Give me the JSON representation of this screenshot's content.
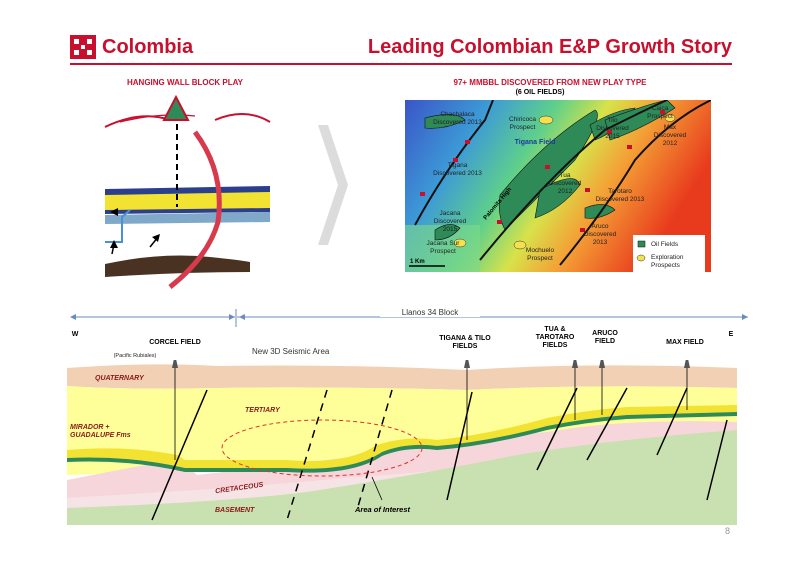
{
  "header": {
    "brand": "Colombia",
    "headline": "Leading Colombian E&P Growth Story"
  },
  "left_panel": {
    "title": "HANGING WALL BLOCK PLAY"
  },
  "map": {
    "title": "97+ MMBBL DISCOVERED FROM NEW PLAY TYPE",
    "subtitle": "(6 OIL FIELDS)",
    "labels": {
      "chachalaca": "Chachalaca\nDiscovered 2013",
      "chiricoca": "Chiricoca\nProspect",
      "tilo": "Tilo\nDiscovered\n2015",
      "caica": "Caica\nProspect",
      "max": "Max\nDiscovered\n2012",
      "tigana_field": "Tigana Field",
      "tigana": "Tigana\nDiscovered 2013",
      "tua": "Tua\nDiscovered\n2012",
      "tarotaro": "Tarotaro\nDiscovered 2013",
      "jacana": "Jacana\nDiscovered\n2015",
      "jacana_sur": "Jacana Sur\nProspect",
      "aruco": "Aruco\nDiscovered\n2013",
      "mochuelo": "Mochuelo\nProspect",
      "palomita": "Palomita High",
      "scale": "1 Km",
      "legend_oil": "Oil Fields",
      "legend_expl": "Exploration\nProspects"
    }
  },
  "section": {
    "block": "Llanos 34 Block",
    "west": "W",
    "east": "E",
    "seismic": "New 3D Seismic Area",
    "corcel": "CORCEL FIELD",
    "pacific": "(Pacific Rubiales)",
    "tigana_tilo": "TIGANA & TILO\nFIELDS",
    "tua_taro": "TUA &\nTAROTARO\nFIELDS",
    "aruco": "ARUCO\nFIELD",
    "max": "MAX FIELD",
    "quaternary": "QUATERNARY",
    "tertiary": "TERTIARY",
    "mirador": "MIRADOR +\nGUADALUPE Fms",
    "cretaceous": "CRETACEOUS",
    "basement": "BASEMENT",
    "aoi": "Area of Interest"
  },
  "footer": {
    "page": "8"
  },
  "colors": {
    "brand_red": "#c8102e",
    "oil_green": "#2e8b57",
    "prospect_yellow": "#f5e050"
  }
}
